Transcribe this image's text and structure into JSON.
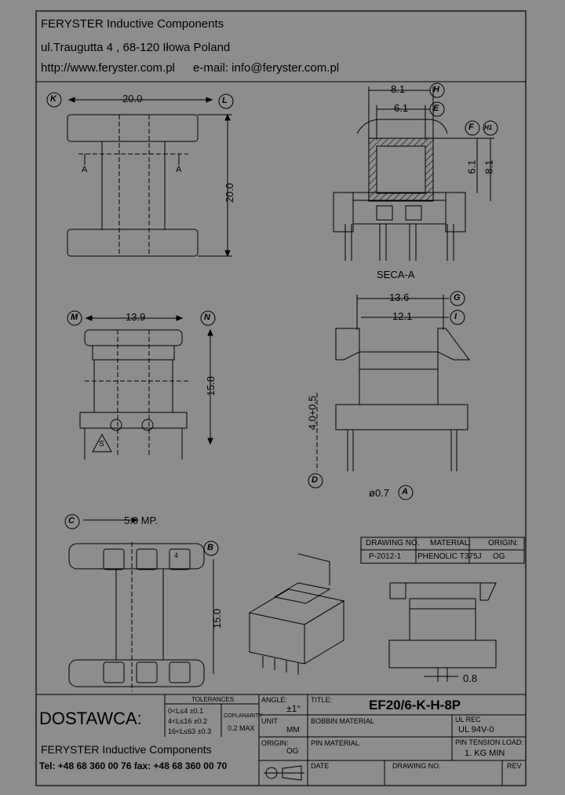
{
  "header": {
    "company": "FERYSTER Inductive Components",
    "address": "ul.Traugutta 4 , 68-120 Iłowa   Poland",
    "web": "http://www.feryster.com.pl",
    "email": "e-mail: info@feryster.com.pl"
  },
  "views": {
    "top_left": {
      "dim_width": "20.0",
      "dim_height": "20.0",
      "ref_left": "K",
      "ref_right": "L",
      "section_mark": "A"
    },
    "top_right": {
      "dim_outer": "8.1",
      "dim_inner": "6.1",
      "dim_v_inner": "6.1",
      "dim_v_outer": "8.1",
      "ref_h": "H",
      "ref_e": "E",
      "ref_f": "F",
      "ref_h1": "H1",
      "section_label": "SECA-A"
    },
    "mid_left": {
      "dim_width": "13.9",
      "dim_height": "15.8",
      "ref_left": "M",
      "ref_right": "N",
      "mark": "S"
    },
    "mid_right": {
      "dim_outer": "13.6",
      "dim_inner": "12.1",
      "dim_pin": "4.0+0.5",
      "pin_dia": "ø0.7",
      "ref_g": "G",
      "ref_i": "I",
      "ref_d": "D",
      "ref_a": "A"
    },
    "bottom_left": {
      "dim_pitch": "5.0 MP.",
      "dim_height": "15.0",
      "ref_c": "C",
      "ref_b": "B",
      "pin_num": "4"
    },
    "bottom_right": {
      "dim_gap": "0.8"
    }
  },
  "info_table": {
    "headers": [
      "DRAWING NO.",
      "MATERIAL:",
      "ORIGIN:"
    ],
    "values": [
      "P-2012-1",
      "PHENOLIC T375J",
      "OG"
    ]
  },
  "title_block": {
    "supplier": "DOSTAWCA:",
    "company": "FERYSTER Inductive Components",
    "contact": "Tel: +48 68 360 00 76  fax: +48 68 360 00 70",
    "tolerances_title": "TOLERANCES",
    "tolerances": [
      "0<L≤4  ±0.1",
      "4<L≤16  ±0.2",
      "16<L≤63  ±0.3"
    ],
    "coplanarity_label": "COPLANARITY",
    "coplanarity_value": "0.2 MAX",
    "angle_label": "ANGLE:",
    "angle_value": "±1°",
    "title_label": "TITLE:",
    "title_value": "EF20/6-K-H-8P",
    "unit_label": "UNIT",
    "unit_value": "MM",
    "bobbin_material_label": "BOBBIN MATERIAL",
    "ul_rec_label": "UL REC",
    "ul_rec_value": "UL 94V-0",
    "origin_label": "ORIGIN:",
    "origin_value": "OG",
    "pin_material_label": "PIN MATERIAL",
    "pin_tension_label": "PIN TENSION LOAD:",
    "pin_tension_value": "1.  KG MIN",
    "date_label": "DATE",
    "drawing_no_label": "DRAWING NO.",
    "rev_label": "REV"
  }
}
